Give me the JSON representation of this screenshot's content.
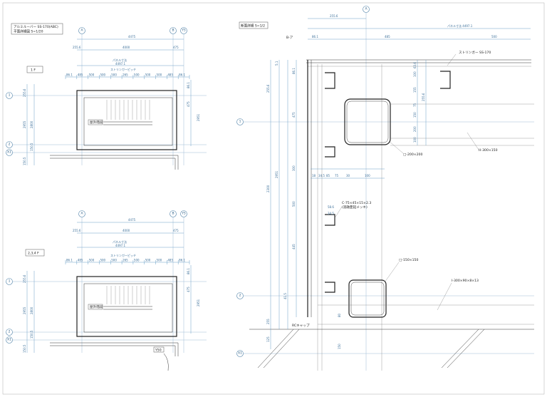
{
  "title_block": {
    "line1": "アルミルーバー SS-170(ABC)",
    "line2": "平面詳細図 S=1/20"
  },
  "detail_title": "断面詳細 S=1/2",
  "plans": {
    "plan1_label": "1 F",
    "plan2_label": "2,3,4 F",
    "overall_dim": "4475",
    "inner_dim": "4000",
    "side_dim_a": "255.6",
    "side_dim_b": "475",
    "panel_label": "パネル寸法",
    "panel_dim": "4497.1",
    "pitch_label": "ストリンガーピッチ",
    "pitch_dims": [
      "86.1",
      "485",
      "500",
      "500",
      "500",
      "265",
      "500",
      "500",
      "500",
      "485",
      "86.1"
    ],
    "left_dims": [
      "255.6",
      "2955",
      "2800",
      "150.5",
      "150.5"
    ],
    "right_dims": [
      "86.1",
      "475",
      "2951"
    ],
    "stair_label": "屋外階段",
    "mark_label": "Y50"
  },
  "detail": {
    "top_dims": [
      "255.6",
      "485",
      "500"
    ],
    "panel_callout": "パネル寸法 4497.1",
    "louver_label": "ストリンガー SS-170",
    "left_vert_dims": [
      "5.1",
      "86.1",
      "255.6",
      "475",
      "2951",
      "2300",
      "300",
      "500",
      "445",
      "255",
      "125"
    ],
    "mid_dims": [
      "18",
      "34.5",
      "85",
      "75",
      "30",
      "100"
    ],
    "mid_dims2": [
      "58.6",
      "34.5"
    ],
    "right_vert_dims": [
      "63.6",
      "100",
      "155",
      "75",
      "255.6",
      "150",
      "200",
      "100"
    ],
    "callout_box1": "□-200×200",
    "callout_beam1": "H-300×150",
    "callout_channel": "C-75×45×15×2.3",
    "callout_channel_sub": "(溶融亜鉛メッキ)",
    "callout_box2": "□-150×150",
    "callout_beam2": "I-300×90×8×13",
    "small_label": "B-ア",
    "floor_label": "RCキャップ",
    "bottom_dims": [
      "41.5",
      "80",
      "150"
    ]
  },
  "grid": {
    "A": "A",
    "B": "B",
    "Y5": "Y5",
    "r1": "1",
    "r2": "2",
    "rX1": "X1"
  }
}
